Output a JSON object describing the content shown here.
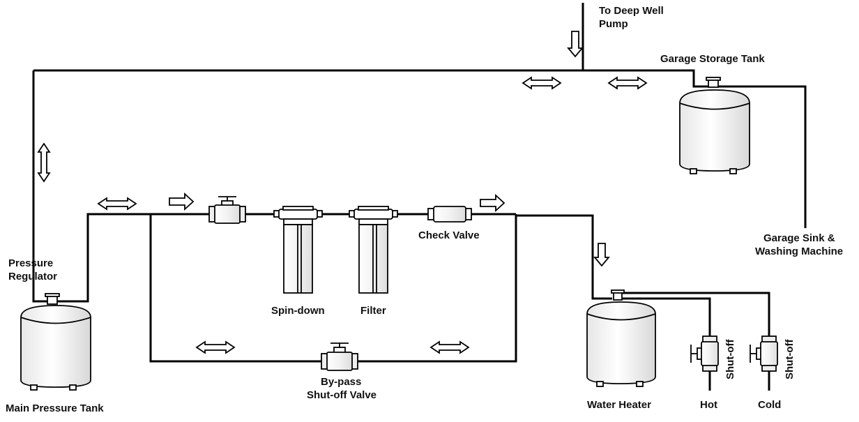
{
  "labels": {
    "deep_well_line1": "To Deep Well",
    "deep_well_line2": "Pump",
    "garage_storage_tank": "Garage Storage Tank",
    "garage_sink_line1": "Garage Sink &",
    "garage_sink_line2": "Washing Machine",
    "pressure_regulator_line1": "Pressure",
    "pressure_regulator_line2": "Regulator",
    "main_pressure_tank": "Main Pressure Tank",
    "spin_down": "Spin-down",
    "filter": "Filter",
    "check_valve": "Check Valve",
    "bypass_line1": "By-pass",
    "bypass_line2": "Shut-off Valve",
    "water_heater": "Water Heater",
    "hot": "Hot",
    "cold": "Cold",
    "shutoff_hot": "Shut-off",
    "shutoff_cold": "Shut-off"
  },
  "colors": {
    "line": "#000000",
    "tank_fill": "#ffffff",
    "background": "#ffffff"
  }
}
